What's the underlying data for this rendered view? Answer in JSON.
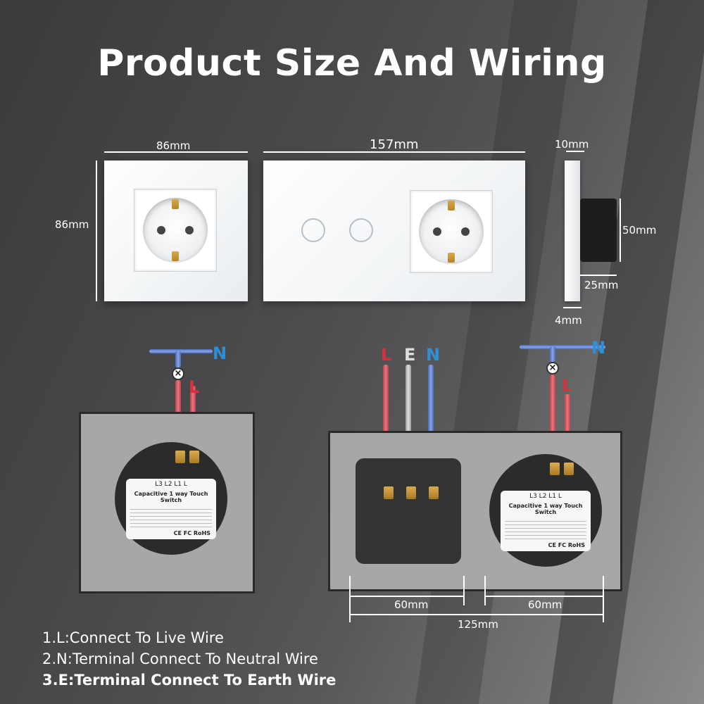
{
  "title": "Product Size And Wiring",
  "dimensions": {
    "single_width": "86mm",
    "single_height": "86mm",
    "double_width": "157mm",
    "depth_top": "10mm",
    "module_height": "50mm",
    "module_depth": "25mm",
    "glass_thickness": "4mm",
    "spacing_left": "60mm",
    "spacing_right": "60mm",
    "spacing_total": "125mm"
  },
  "wire_labels": {
    "left_n": "N",
    "left_l": "L",
    "mid_l": "L",
    "mid_e": "E",
    "mid_n": "N",
    "right_n": "N",
    "right_l": "L"
  },
  "module_label": {
    "terminals": "L3   L2   L1   L",
    "title": "Capacitive 1 way Touch Switch",
    "certs": "CE  FC  RoHS"
  },
  "colors": {
    "live": "#d8303c",
    "neutral": "#2e8fd6",
    "earth": "#cfcfcf"
  },
  "notes": [
    "1.L:Connect To Live Wire",
    "2.N:Terminal Connect To Neutral Wire",
    "3.E:Terminal Connect To Earth Wire"
  ]
}
